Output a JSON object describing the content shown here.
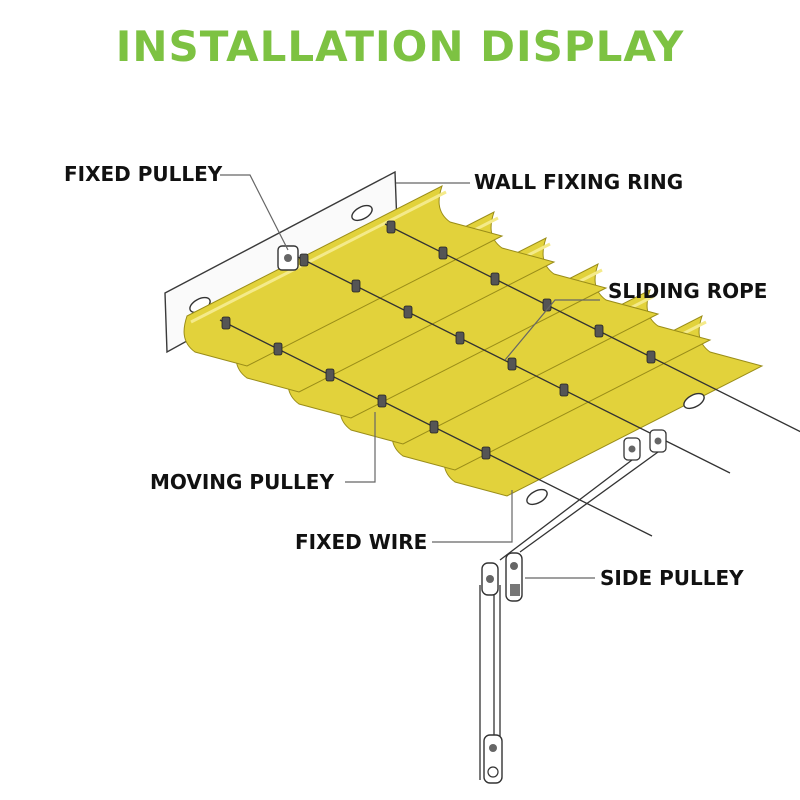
{
  "title": "INSTALLATION DISPLAY",
  "colors": {
    "title": "#7dc242",
    "fabric": "#e2d23b",
    "fabric_edge": "#9a8d18",
    "line": "#333333"
  },
  "labels": {
    "fixed_pulley": "FIXED PULLEY",
    "wall_fixing_ring": "WALL FIXING RING",
    "sliding_rope": "SLIDING ROPE",
    "moving_pulley": "MOVING PULLEY",
    "fixed_wire": "FIXED WIRE",
    "side_pulley": "SIDE PULLEY"
  }
}
